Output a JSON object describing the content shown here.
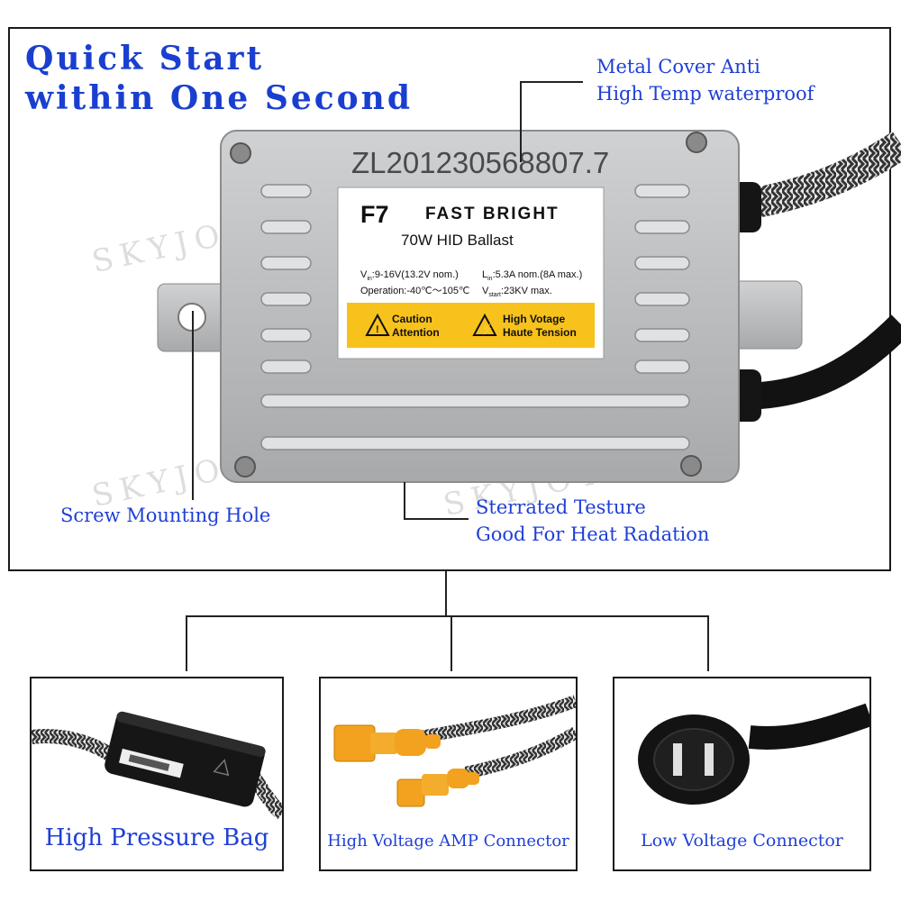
{
  "headline": {
    "line1": "Quick Start",
    "line2": "within One Second"
  },
  "callouts": {
    "metal_cover_line1": "Metal Cover Anti",
    "metal_cover_line2": "High Temp waterproof",
    "screw_hole": "Screw Mounting Hole",
    "serrated_line1": "Sterrated Testure",
    "serrated_line2": "Good For Heat Radation"
  },
  "ballast": {
    "serial": "ZL201230568807.7",
    "model": "F7",
    "brand_line": "FAST BRIGHT",
    "product": "70W HID Ballast",
    "spec_vin": "V",
    "spec_vin_sub": "in",
    "spec_vin_value": ":9-16V(13.2V nom.)",
    "spec_iin": "L",
    "spec_iin_sub": "in",
    "spec_iin_value": ":5.3A nom.(8A max.)",
    "spec_operation": "Operation:-40℃～105℃",
    "spec_vstart": "V",
    "spec_vstart_sub": "start",
    "spec_vstart_value": ":23KV max.",
    "warning1_line1": "Caution",
    "warning1_line2": "Attention",
    "warning2_line1": "High Votage",
    "warning2_line2": "Haute Tension"
  },
  "watermark": "SKYJOYOU",
  "panels": [
    {
      "caption": "High Pressure Bag"
    },
    {
      "caption": "High Voltage AMP Connector"
    },
    {
      "caption": "Low Voltage Connector"
    }
  ],
  "colors": {
    "caption_blue": "#1f3fd6",
    "headline_blue": "#1a3fd0",
    "ballast_silver": "#b9bbbd",
    "warning_yellow": "#f7c21b",
    "connector_orange": "#f2a21f"
  }
}
